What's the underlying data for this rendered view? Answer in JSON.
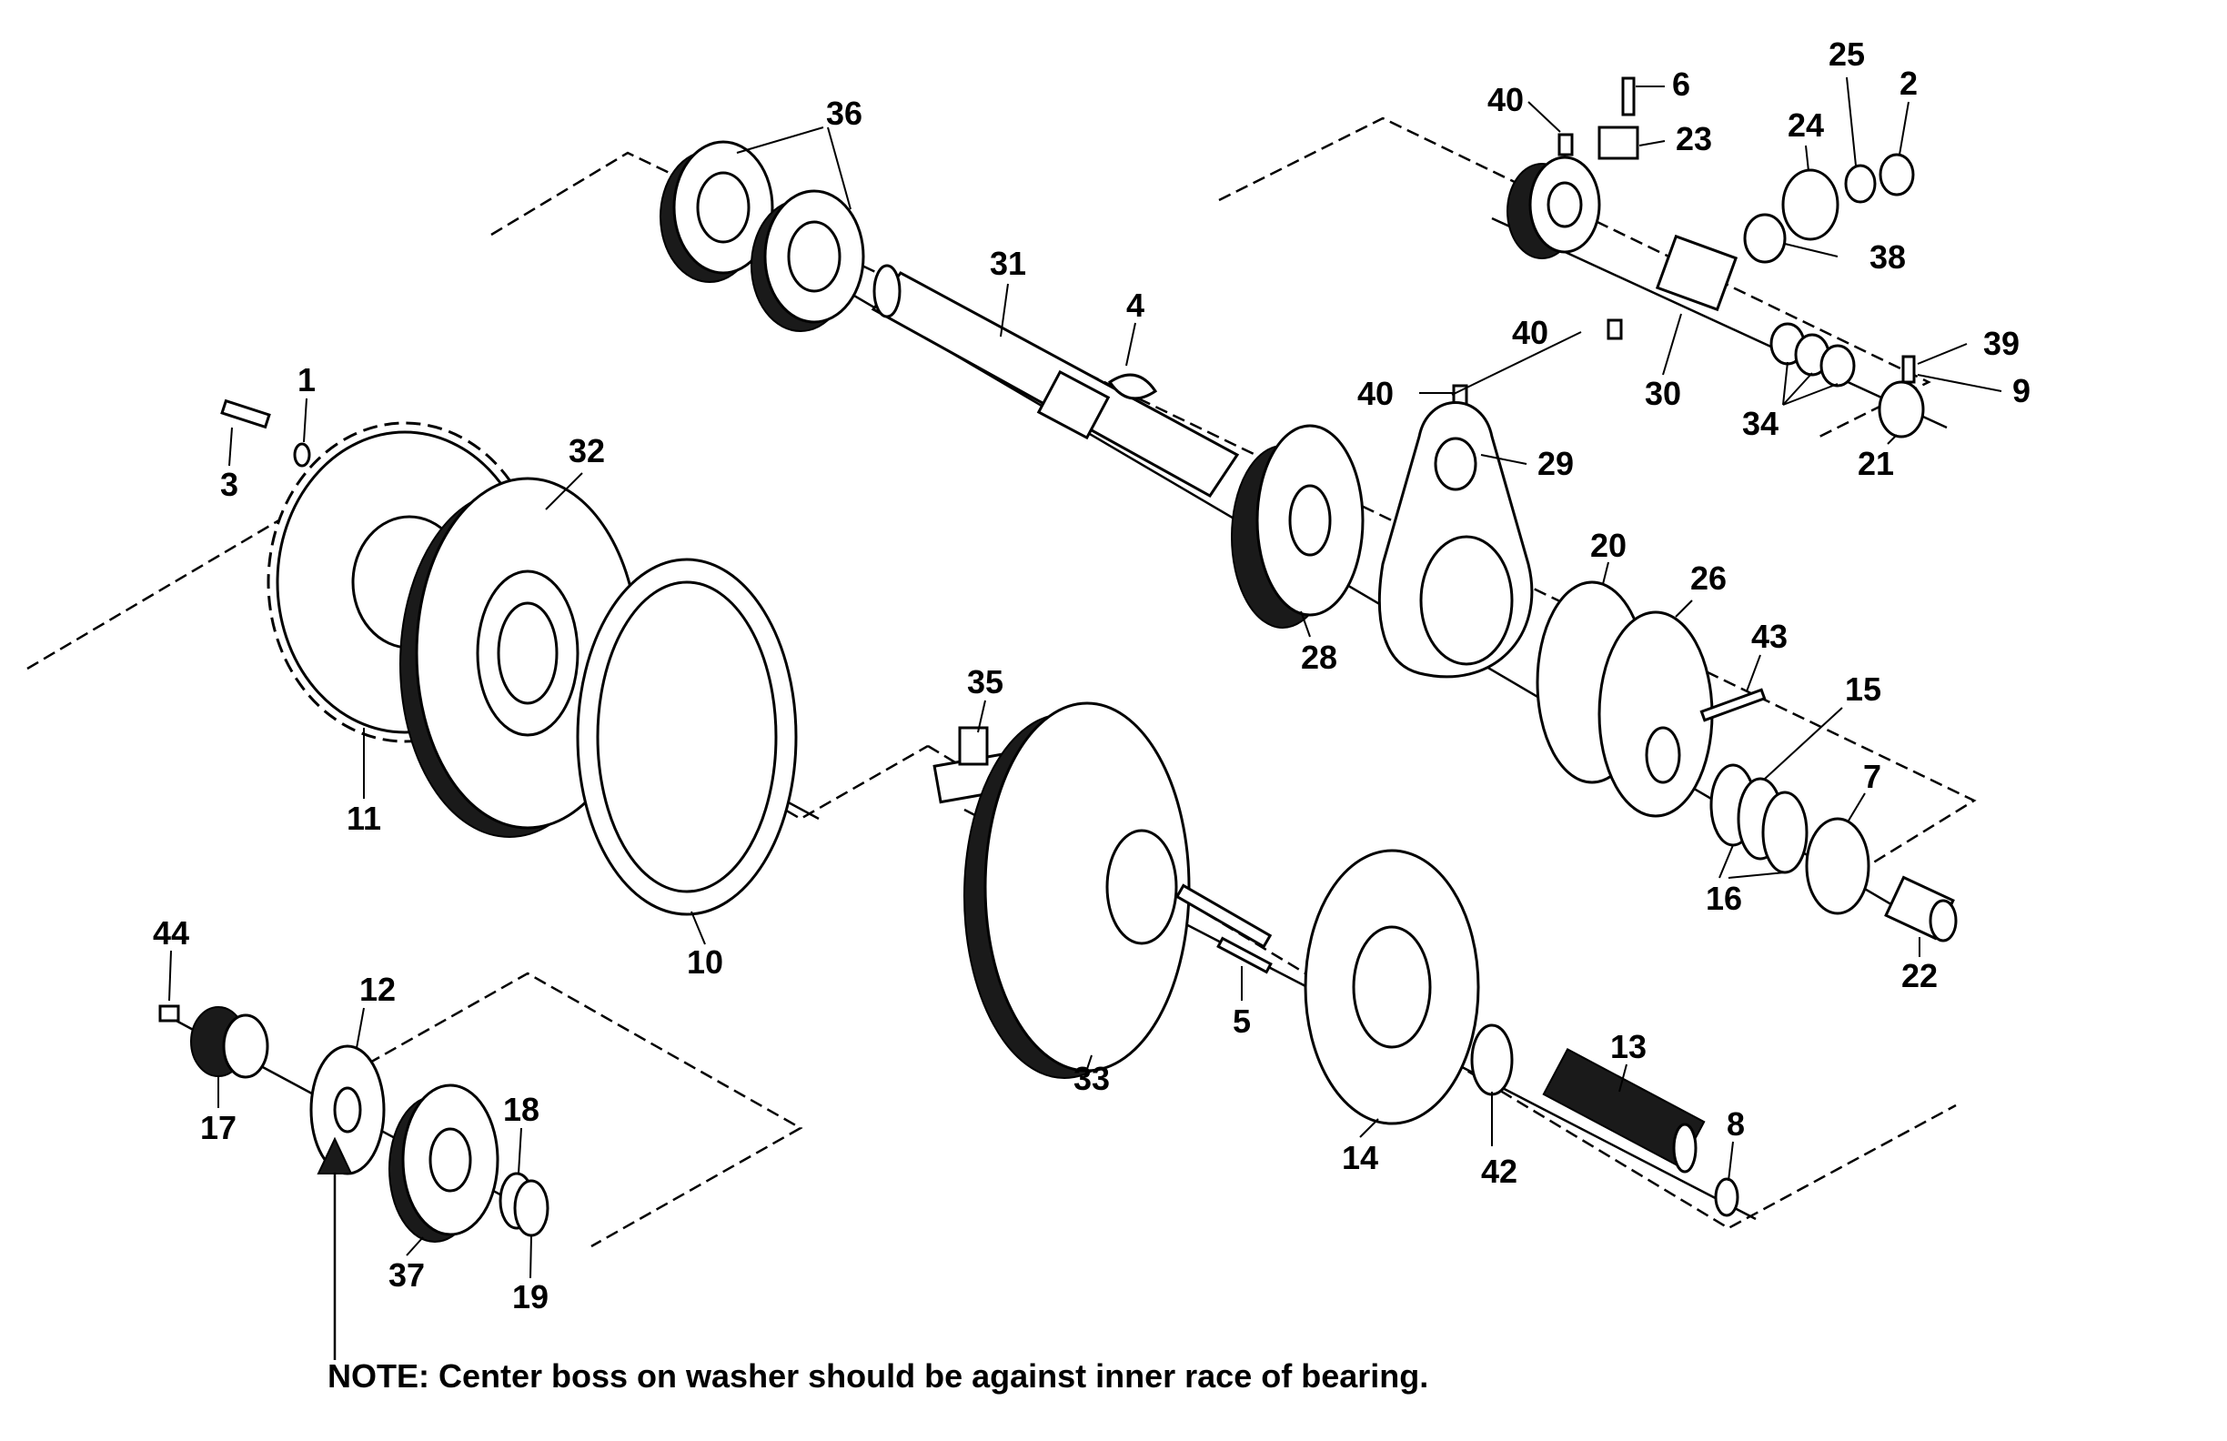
{
  "callouts": [
    {
      "id": "c1",
      "text": "1"
    },
    {
      "id": "c2",
      "text": "2"
    },
    {
      "id": "c3",
      "text": "3"
    },
    {
      "id": "c4",
      "text": "4"
    },
    {
      "id": "c5",
      "text": "5"
    },
    {
      "id": "c6",
      "text": "6"
    },
    {
      "id": "c7",
      "text": "7"
    },
    {
      "id": "c8",
      "text": "8"
    },
    {
      "id": "c9",
      "text": "9"
    },
    {
      "id": "c10",
      "text": "10"
    },
    {
      "id": "c11",
      "text": "11"
    },
    {
      "id": "c12",
      "text": "12"
    },
    {
      "id": "c13",
      "text": "13"
    },
    {
      "id": "c14",
      "text": "14"
    },
    {
      "id": "c15",
      "text": "15"
    },
    {
      "id": "c16",
      "text": "16"
    },
    {
      "id": "c17",
      "text": "17"
    },
    {
      "id": "c18",
      "text": "18"
    },
    {
      "id": "c19",
      "text": "19"
    },
    {
      "id": "c20",
      "text": "20"
    },
    {
      "id": "c21",
      "text": "21"
    },
    {
      "id": "c22",
      "text": "22"
    },
    {
      "id": "c23",
      "text": "23"
    },
    {
      "id": "c24",
      "text": "24"
    },
    {
      "id": "c25",
      "text": "25"
    },
    {
      "id": "c26",
      "text": "26"
    },
    {
      "id": "c28",
      "text": "28"
    },
    {
      "id": "c29",
      "text": "29"
    },
    {
      "id": "c30",
      "text": "30"
    },
    {
      "id": "c31",
      "text": "31"
    },
    {
      "id": "c32",
      "text": "32"
    },
    {
      "id": "c33",
      "text": "33"
    },
    {
      "id": "c34",
      "text": "34"
    },
    {
      "id": "c35",
      "text": "35"
    },
    {
      "id": "c36",
      "text": "36"
    },
    {
      "id": "c37",
      "text": "37"
    },
    {
      "id": "c38",
      "text": "38"
    },
    {
      "id": "c39",
      "text": "39"
    },
    {
      "id": "c40a",
      "text": "40"
    },
    {
      "id": "c40b",
      "text": "40"
    },
    {
      "id": "c40c",
      "text": "40"
    },
    {
      "id": "c42",
      "text": "42"
    },
    {
      "id": "c43",
      "text": "43"
    },
    {
      "id": "c44",
      "text": "44"
    }
  ],
  "note": "NOTE: Center boss on washer should be against inner race of bearing."
}
